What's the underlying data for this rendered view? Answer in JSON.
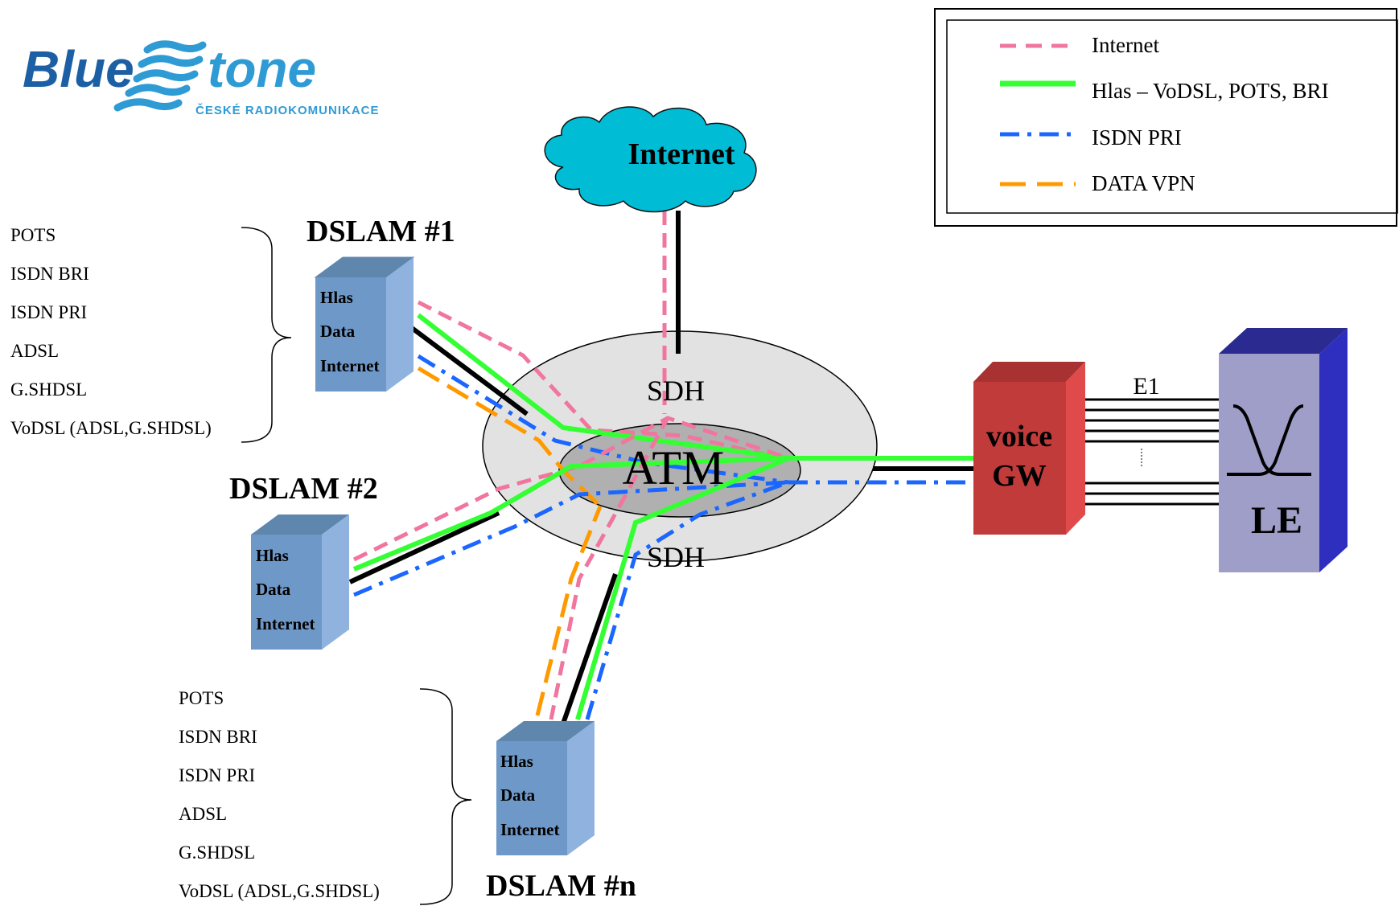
{
  "logo": {
    "word1": "Blue",
    "word2": "tone",
    "subtitle": "ČESKÉ RADIOKOMUNIKACE",
    "colors": {
      "dark": "#1c5fa4",
      "light": "#2f9bd5"
    }
  },
  "legend": {
    "items": [
      {
        "label": "Internet",
        "color": "#f0769e",
        "style": "dashed"
      },
      {
        "label": "Hlas – VoDSL, POTS, BRI",
        "color": "#33ff33",
        "style": "solid"
      },
      {
        "label": "ISDN PRI",
        "color": "#1a66ff",
        "style": "dash-dot"
      },
      {
        "label": "DATA VPN",
        "color": "#ff9900",
        "style": "long-dashed"
      }
    ]
  },
  "cloud": {
    "label": "Internet",
    "color": "#00bcd4"
  },
  "ring": {
    "outer_label_top": "SDH",
    "outer_label_bottom": "SDH",
    "inner_label": "ATM"
  },
  "dslams": [
    {
      "title": "DSLAM #1",
      "lines": [
        "Hlas",
        "Data",
        "Internet"
      ]
    },
    {
      "title": "DSLAM #2",
      "lines": [
        "Hlas",
        "Data",
        "Internet"
      ]
    },
    {
      "title": "DSLAM #n",
      "lines": [
        "Hlas",
        "Data",
        "Internet"
      ]
    }
  ],
  "services_top": [
    "POTS",
    "ISDN BRI",
    "ISDN PRI",
    "ADSL",
    "G.SHDSL",
    "VoDSL (ADSL,G.SHDSL)"
  ],
  "services_bottom": [
    "POTS",
    "ISDN BRI",
    "ISDN PRI",
    "ADSL",
    "G.SHDSL",
    "VoDSL (ADSL,G.SHDSL)"
  ],
  "voice_gw": {
    "line1": "voice",
    "line2": "GW",
    "color": "#c23b3b"
  },
  "e1_label": "E1",
  "le": {
    "label": "LE",
    "color": "#9e9ec8"
  }
}
